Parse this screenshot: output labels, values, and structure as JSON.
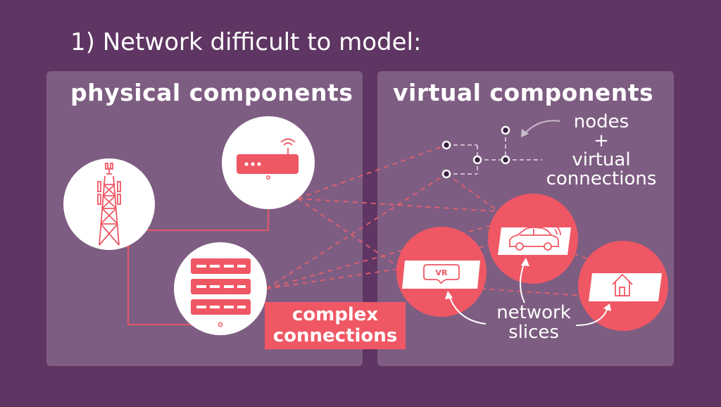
{
  "title": "1) Network difficult to model:",
  "panels": {
    "physical": {
      "title": "physical components"
    },
    "virtual": {
      "title": "virtual components"
    }
  },
  "annotations": {
    "nodes_line1": "nodes",
    "nodes_line2": "+",
    "nodes_line3": "virtual",
    "nodes_line4": "connections",
    "slices_line1": "network",
    "slices_line2": "slices",
    "complex_line1": "complex",
    "complex_line2": "connections",
    "vr_badge": "VR"
  },
  "icons": [
    "cell-tower-icon",
    "wifi-router-icon",
    "server-rack-icon",
    "vr-headset-icon",
    "car-icon",
    "house-icon"
  ],
  "colors": {
    "background": "#5e3563",
    "panel": "#7e5d82",
    "accent": "#ef5764",
    "icon_circle": "#ffffff",
    "dashed_link": "#e0606e",
    "virtual_link": "#c9bccb"
  }
}
